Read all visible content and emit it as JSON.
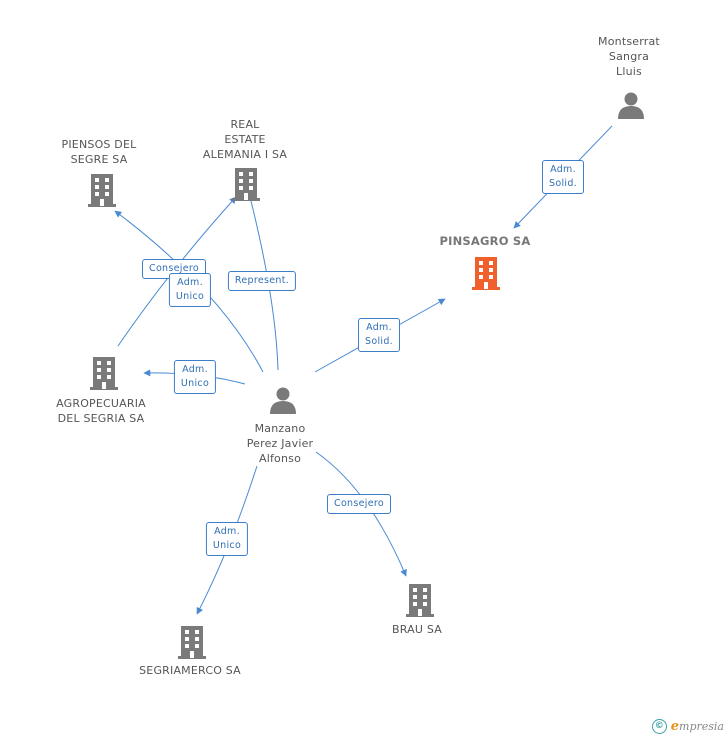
{
  "colors": {
    "edge": "#4a8ad4",
    "building": "#7a7a7a",
    "focus_building": "#f0602d",
    "person": "#7a7a7a"
  },
  "nodes": [
    {
      "id": "montserrat",
      "type": "person",
      "lines": [
        "Montserrat",
        "Sangra",
        "Lluis"
      ]
    },
    {
      "id": "pinsagro",
      "type": "company",
      "focus": true,
      "lines": [
        "PINSAGRO SA"
      ]
    },
    {
      "id": "piensos",
      "type": "company",
      "lines": [
        "PIENSOS DEL",
        "SEGRE SA"
      ]
    },
    {
      "id": "real_estate",
      "type": "company",
      "lines": [
        "REAL",
        "ESTATE",
        "ALEMANIA I SA"
      ]
    },
    {
      "id": "agropecuaria",
      "type": "company",
      "lines": [
        "AGROPECUARIA",
        "DEL SEGRIA SA"
      ]
    },
    {
      "id": "manzano",
      "type": "person",
      "lines": [
        "Manzano",
        "Perez Javier",
        "Alfonso"
      ]
    },
    {
      "id": "segriamerco",
      "type": "company",
      "lines": [
        "SEGRIAMERCO SA"
      ]
    },
    {
      "id": "brau",
      "type": "company",
      "lines": [
        "BRAU SA"
      ]
    }
  ],
  "edges": [
    {
      "id": "montserrat-pinsagro",
      "lines": [
        "Adm.",
        "Solid."
      ]
    },
    {
      "id": "manzano-pinsagro",
      "lines": [
        "Adm.",
        "Solid."
      ]
    },
    {
      "id": "manzano-real-represent",
      "lines": [
        "Represent."
      ]
    },
    {
      "id": "agro-piensos-consejero",
      "lines": [
        "Consejero"
      ]
    },
    {
      "id": "agro-real-adm",
      "lines": [
        "Adm.",
        "Unico"
      ]
    },
    {
      "id": "manzano-agro",
      "lines": [
        "Adm.",
        "Unico"
      ]
    },
    {
      "id": "manzano-segriamerco",
      "lines": [
        "Adm.",
        "Unico"
      ]
    },
    {
      "id": "manzano-brau",
      "lines": [
        "Consejero"
      ]
    }
  ],
  "footer": {
    "copyright_symbol": "©",
    "brand_initial": "e",
    "brand_rest": "mpresia"
  }
}
